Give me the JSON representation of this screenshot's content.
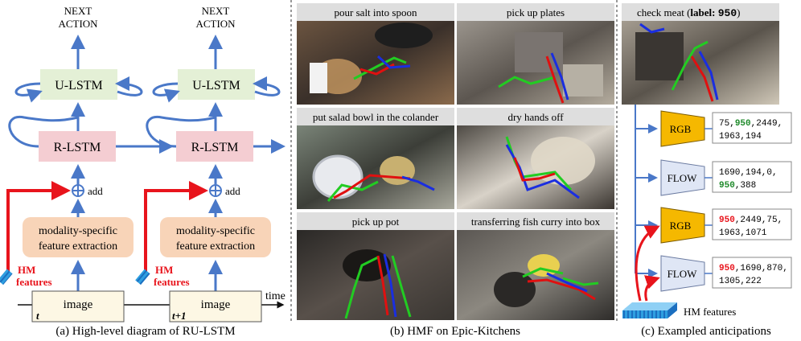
{
  "diagram": {
    "next_action_line1": "NEXT",
    "next_action_line2": "ACTION",
    "u_lstm": "U-LSTM",
    "r_lstm": "R-LSTM",
    "add": "add",
    "feature_line1": "modality-specific",
    "feature_line2": "feature extraction",
    "hm_line1": "HM",
    "hm_line2": "features",
    "image": "image",
    "t1": "t",
    "t2": "t+1",
    "time": "time",
    "caption": "(a) High-level diagram of RU-LSTM"
  },
  "frames": [
    {
      "label": "pour salt into spoon"
    },
    {
      "label": "pick up plates"
    },
    {
      "label": "put salad bowl in the colander"
    },
    {
      "label": "dry hands off"
    },
    {
      "label": "pick up pot"
    },
    {
      "label": "transferring fish curry into box"
    }
  ],
  "middle_caption": "(b) HMF on Epic-Kitchens",
  "anticipation": {
    "header_prefix": "check meat (",
    "header_label": "label: ",
    "header_value": "950",
    "header_suffix": ")",
    "blocks": [
      {
        "encoder": "RGB",
        "line1": [
          "75,",
          "950",
          ",2449,"
        ],
        "line2": "1963,194"
      },
      {
        "encoder": "FLOW",
        "line1": [
          "1690,194,0,",
          "",
          ""
        ],
        "line2": [
          "950",
          ",388"
        ]
      },
      {
        "encoder": "RGB",
        "line1": [
          "",
          "950",
          ",2449,75,"
        ],
        "line2": "1963,1071"
      },
      {
        "encoder": "FLOW",
        "line1": [
          "",
          "950",
          ",1690,870,"
        ],
        "line2": "1305,222"
      }
    ],
    "hm_label": "HM features",
    "caption": "(c) Exampled anticipations"
  },
  "colors": {
    "blue_arrow": "#4a78c8",
    "red_arrow": "#e8141c",
    "u_lstm_fill": "#e4f0d6",
    "r_lstm_fill": "#f4cdd2",
    "feature_fill": "#f8d4b8",
    "image_fill": "#fdf7e4",
    "rgb_fill": "#f5b800",
    "flow_fill": "#dfe6f5",
    "green_text": "#1e8a2a",
    "red_text": "#e8141c"
  }
}
